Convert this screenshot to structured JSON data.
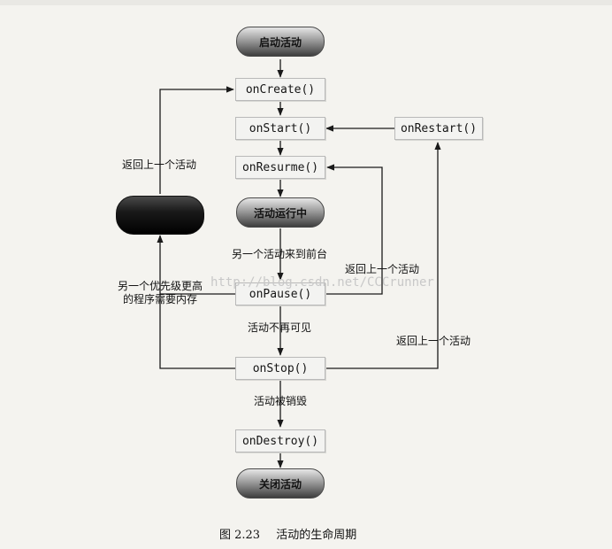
{
  "nodes": {
    "start": "启动活动",
    "create": "onCreate()",
    "start_cb": "onStart()",
    "restart": "onRestart()",
    "resume": "onResurme()",
    "running": "活动运行中",
    "pause": "onPause()",
    "stop": "onStop()",
    "destroy": "onDestroy()",
    "shutdown": "关闭活动"
  },
  "labels": {
    "back_to_create": "返回上一个活动",
    "to_foreground": "另一个活动来到前台",
    "back_from_pause": "返回上一个活动",
    "killed_line1": "另一个优先级更高",
    "killed_line2": "的程序需要内存",
    "not_visible": "活动不再可见",
    "back_from_stop": "返回上一个活动",
    "destroyed": "活动被销毁"
  },
  "watermark": "http://blog.csdn.net/CCCrunner",
  "caption": {
    "number": "图 2.23",
    "title": "活动的生命周期"
  },
  "colors": {
    "background": "#f4f3ef",
    "line": "#1a1a1a",
    "box_fill": "#f3f3f1",
    "box_border": "#b9b9b9"
  }
}
